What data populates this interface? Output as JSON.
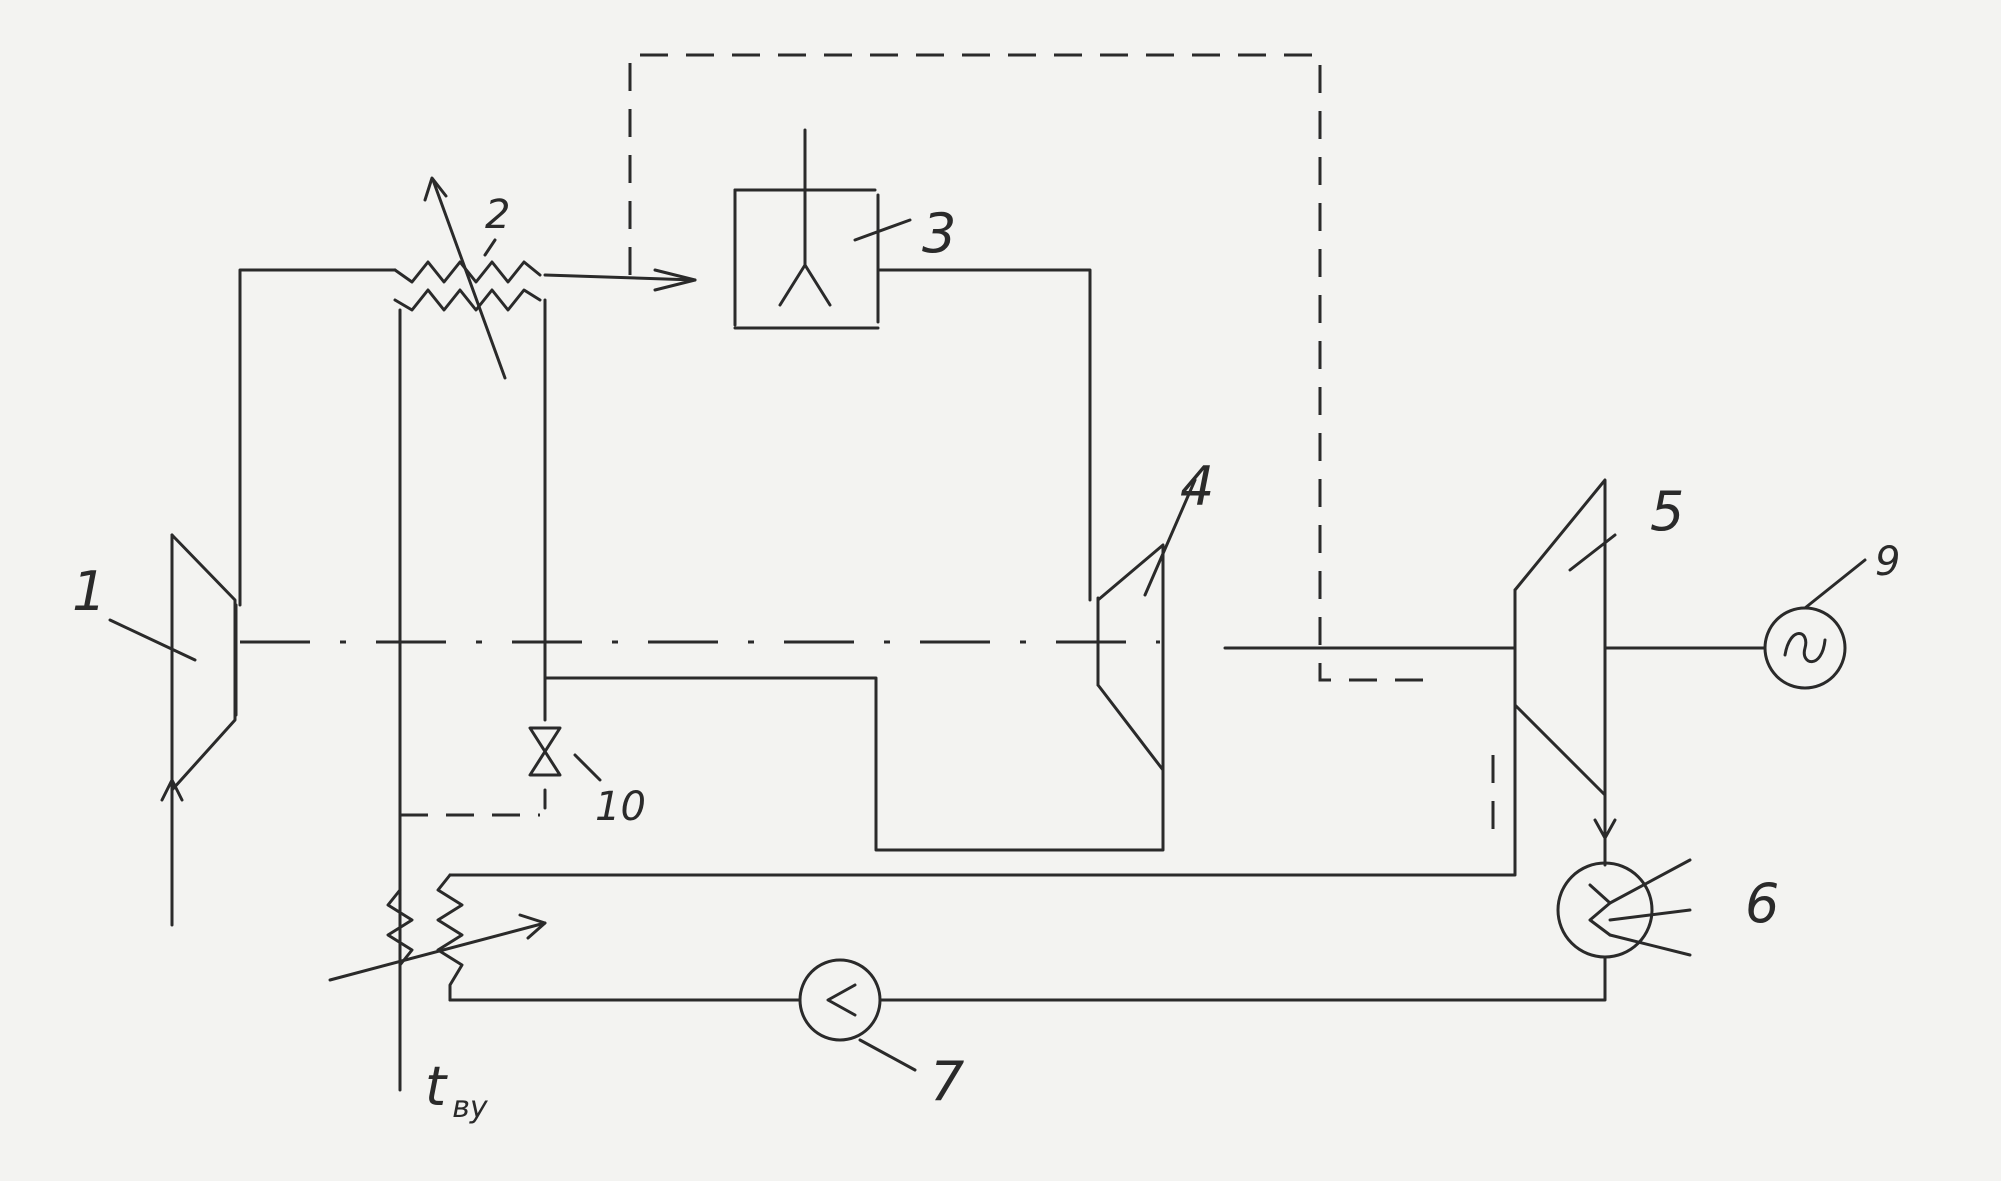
{
  "labels": {
    "l1": "1",
    "l2": "2",
    "l3": "3",
    "l4": "4",
    "l5": "5",
    "l6": "6",
    "l7": "7",
    "l9": "9",
    "l10": "10",
    "t_main": "t",
    "t_sub": "ву"
  },
  "colors": {
    "ink": "#2a2a2a",
    "paper": "#f3f3f1"
  }
}
